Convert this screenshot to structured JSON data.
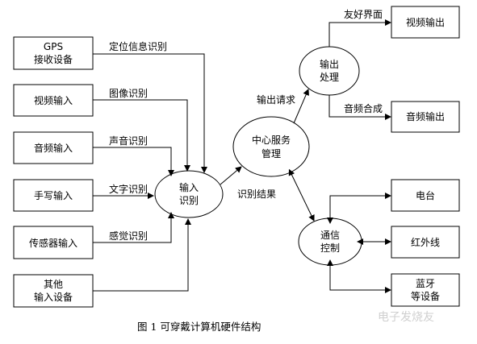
{
  "nodes": {
    "gps": {
      "line1": "GPS",
      "line2": "接收设备"
    },
    "video_in": "视频输入",
    "audio_in": "音频输入",
    "handwriting_in": "手写输入",
    "sensor_in": "传感器输入",
    "other_in": {
      "line1": "其他",
      "line2": "输入设备"
    },
    "input_recognition": {
      "line1": "输入",
      "line2": "识别"
    },
    "central_service": {
      "line1": "中心服务",
      "line2": "管理"
    },
    "output_processing": {
      "line1": "输出",
      "line2": "处理"
    },
    "comm_control": {
      "line1": "通信",
      "line2": "控制"
    },
    "video_out": "视频输出",
    "audio_out": "音频输出",
    "radio": "电台",
    "infrared": "红外线",
    "bluetooth": {
      "line1": "蓝牙",
      "line2": "等设备"
    }
  },
  "edge_labels": {
    "location": "定位信息识别",
    "image": "图像识别",
    "sound": "声音识别",
    "text": "文字识别",
    "sense": "感觉识别",
    "result": "识别结果",
    "output_request": "输出请求",
    "friendly_ui": "友好界面",
    "audio_synth": "音频合成"
  },
  "caption": "图 1  可穿戴计算机硬件结构",
  "watermark": "电子发烧友"
}
